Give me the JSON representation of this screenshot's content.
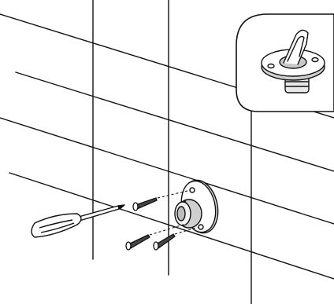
{
  "diagram": {
    "kind": "installation-illustration",
    "style": "black line art on white",
    "parts": [
      "screwdriver",
      "wood-screw",
      "flange-mount",
      "hook-detail"
    ],
    "screw_count": 3,
    "detail_inset": true
  }
}
